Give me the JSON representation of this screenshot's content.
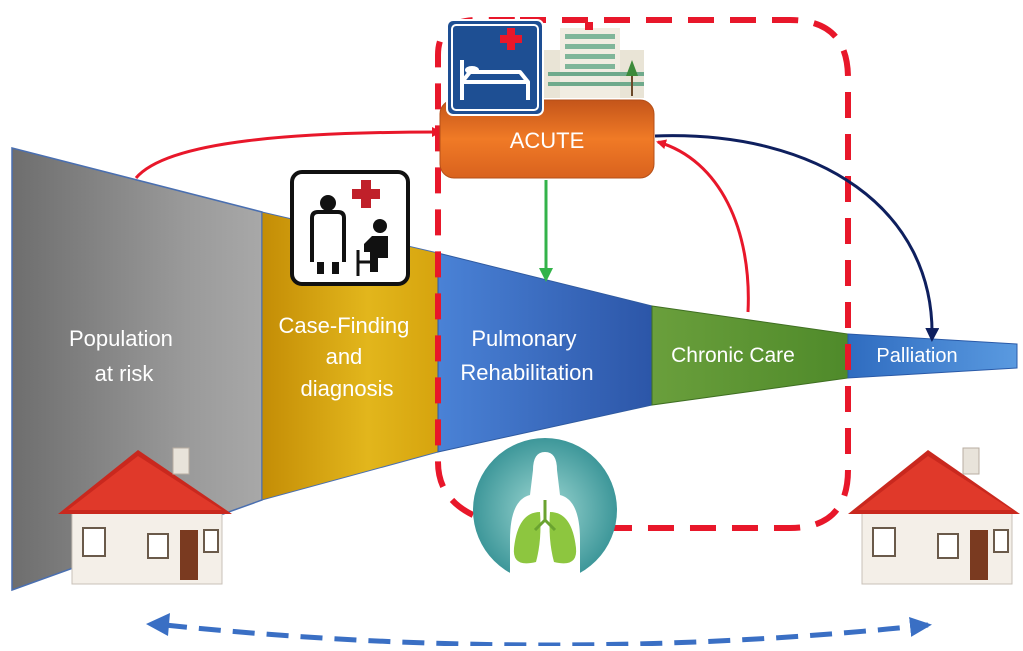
{
  "stages": [
    {
      "id": "population",
      "lines": [
        "Population",
        "at risk"
      ]
    },
    {
      "id": "case-finding",
      "lines": [
        "Case-Finding",
        "and",
        "diagnosis"
      ]
    },
    {
      "id": "pulmonary",
      "lines": [
        "Pulmonary",
        "Rehabilitation"
      ]
    },
    {
      "id": "chronic",
      "lines": [
        "Chronic Care"
      ]
    },
    {
      "id": "palliation",
      "lines": [
        "Palliation"
      ]
    }
  ],
  "acute": {
    "label": "ACUTE"
  },
  "colors": {
    "population": "#8c8c8c",
    "case_finding": "#d4a20e",
    "pulmonary": "#3d6fc4",
    "chronic": "#5a8f32",
    "palliation": "#3f7fcf",
    "acute": "#e06c22",
    "red_arrow": "#e8172a",
    "green_arrow": "#33b34a",
    "navy_arrow": "#0e1f5e",
    "dashed_box": "#e8172a",
    "home_arrow": "#3a6fc4"
  },
  "icons": [
    "hospital-bed-icon",
    "hospital-building-icon",
    "doctor-patient-icon",
    "lungs-icon",
    "house-icon"
  ]
}
